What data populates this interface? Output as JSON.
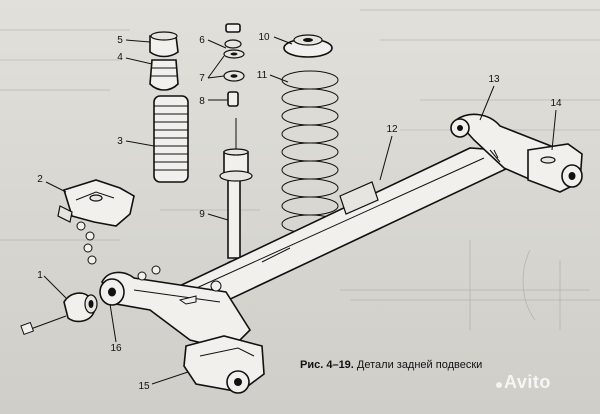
{
  "caption": {
    "figure_number": "Рис. 4–19.",
    "title": "Детали задней подвески"
  },
  "callouts": [
    "1",
    "2",
    "3",
    "4",
    "5",
    "6",
    "7",
    "8",
    "9",
    "10",
    "11",
    "12",
    "13",
    "14",
    "15",
    "16"
  ],
  "watermark": {
    "text": "Avito"
  }
}
